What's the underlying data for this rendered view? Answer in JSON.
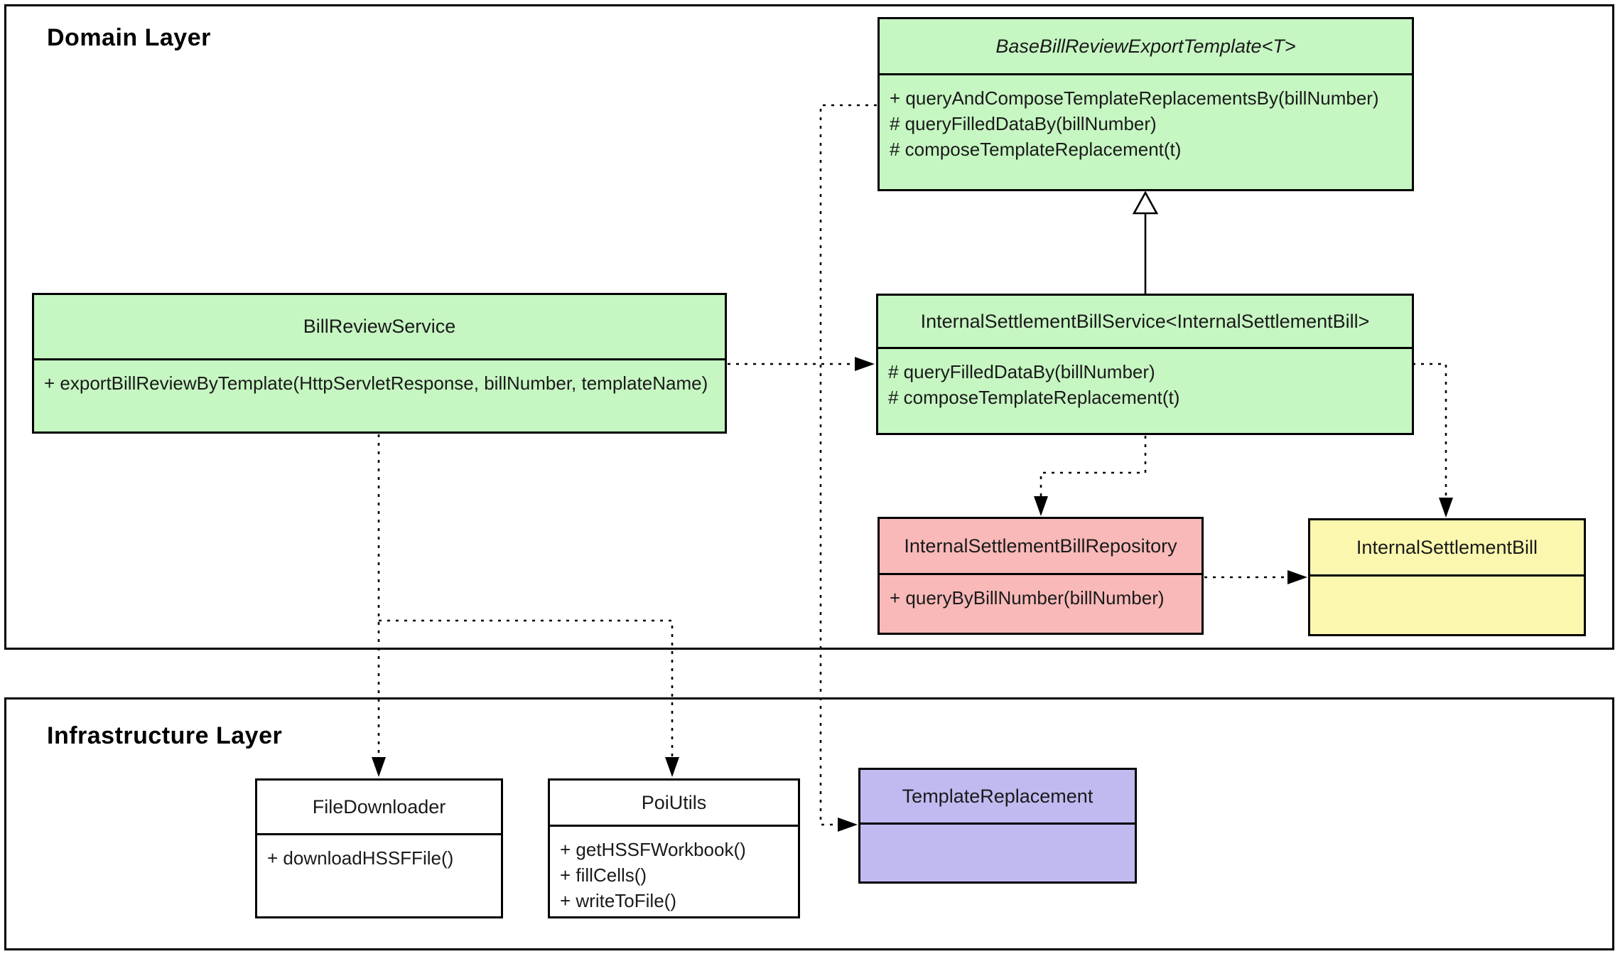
{
  "diagram": {
    "layers": {
      "domain": {
        "label": "Domain Layer"
      },
      "infrastructure": {
        "label": "Infrastructure Layer"
      }
    },
    "colors": {
      "green": "#c6f6c2",
      "pink": "#f9b9b9",
      "yellow": "#fbf7ae",
      "purple": "#bfbbf1",
      "white": "#ffffff",
      "line": "#000000"
    },
    "classes": {
      "baseBillReviewExportTemplate": {
        "name": "BaseBillReviewExportTemplate<T>",
        "abstract": true,
        "fill": "#c6f6c2",
        "methods": [
          "+ queryAndComposeTemplateReplacementsBy(billNumber)",
          "# queryFilledDataBy(billNumber)",
          "# composeTemplateReplacement(t)"
        ]
      },
      "billReviewService": {
        "name": "BillReviewService",
        "abstract": false,
        "fill": "#c6f6c2",
        "methods": [
          "+ exportBillReviewByTemplate(HttpServletResponse, billNumber, templateName)"
        ]
      },
      "internalSettlementBillService": {
        "name": "InternalSettlementBillService<InternalSettlementBill>",
        "abstract": false,
        "fill": "#c6f6c2",
        "methods": [
          "# queryFilledDataBy(billNumber)",
          "# composeTemplateReplacement(t)"
        ]
      },
      "internalSettlementBillRepository": {
        "name": "InternalSettlementBillRepository",
        "abstract": false,
        "fill": "#f9b9b9",
        "methods": [
          "+ queryByBillNumber(billNumber)"
        ]
      },
      "internalSettlementBill": {
        "name": "InternalSettlementBill",
        "abstract": false,
        "fill": "#fbf7ae",
        "methods": []
      },
      "fileDownloader": {
        "name": "FileDownloader",
        "abstract": false,
        "fill": "#ffffff",
        "methods": [
          "+ downloadHSSFFile()"
        ]
      },
      "poiUtils": {
        "name": "PoiUtils",
        "abstract": false,
        "fill": "#ffffff",
        "methods": [
          "+ getHSSFWorkbook()",
          "+ fillCells()",
          "+ writeToFile()"
        ]
      },
      "templateReplacement": {
        "name": "TemplateReplacement",
        "abstract": false,
        "fill": "#bfbbf1",
        "methods": []
      }
    },
    "relations": [
      {
        "from": "BillReviewService",
        "to": "InternalSettlementBillService",
        "type": "dependency"
      },
      {
        "from": "InternalSettlementBillService",
        "to": "BaseBillReviewExportTemplate",
        "type": "inheritance"
      },
      {
        "from": "InternalSettlementBillService",
        "to": "InternalSettlementBillRepository",
        "type": "dependency"
      },
      {
        "from": "InternalSettlementBillService",
        "to": "InternalSettlementBill",
        "type": "dependency"
      },
      {
        "from": "InternalSettlementBillRepository",
        "to": "InternalSettlementBill",
        "type": "dependency"
      },
      {
        "from": "BaseBillReviewExportTemplate",
        "to": "TemplateReplacement",
        "type": "dependency"
      },
      {
        "from": "BillReviewService",
        "to": "FileDownloader",
        "type": "dependency"
      },
      {
        "from": "BillReviewService",
        "to": "PoiUtils",
        "type": "dependency"
      }
    ]
  }
}
